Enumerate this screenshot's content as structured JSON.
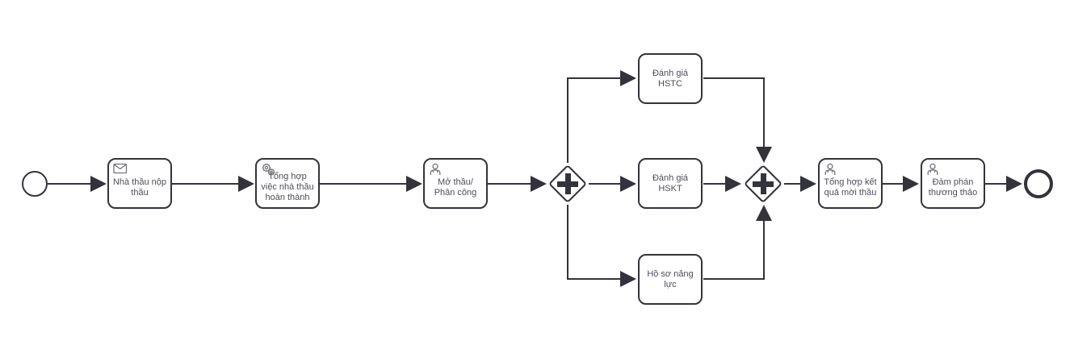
{
  "colors": {
    "bg": "#ffffff",
    "stroke": "#33333c",
    "label": "#4d4d5c",
    "icon": "#73737d"
  },
  "diagram": {
    "type": "bpmn-process-flow",
    "nodes": {
      "start": {
        "type": "start-event",
        "label": ""
      },
      "t1": {
        "type": "receive-task",
        "icon": "message-icon",
        "label": "Nhà thầu nộp thầu"
      },
      "t2": {
        "type": "service-task",
        "icon": "gears-icon",
        "label": "Tổng hợp việc nhà thầu hoàn thành"
      },
      "t3": {
        "type": "user-task",
        "icon": "user-icon",
        "label": "Mở thầu/ Phân công"
      },
      "gw1": {
        "type": "parallel-gateway",
        "symbol": "+"
      },
      "hstc": {
        "type": "task",
        "label": "Đánh giá HSTC"
      },
      "hskt": {
        "type": "task",
        "label": "Đánh giá HSKT"
      },
      "hsnl": {
        "type": "task",
        "label": "Hồ sơ năng lực"
      },
      "gw2": {
        "type": "parallel-gateway",
        "symbol": "+"
      },
      "t4": {
        "type": "user-task",
        "icon": "user-icon",
        "label": "Tổng hợp kết quả mời thầu"
      },
      "t5": {
        "type": "user-task",
        "icon": "user-icon",
        "label": "Đàm phán thương thảo"
      },
      "end": {
        "type": "end-event",
        "label": ""
      }
    },
    "flows": [
      {
        "from": "start",
        "to": "t1"
      },
      {
        "from": "t1",
        "to": "t2"
      },
      {
        "from": "t2",
        "to": "t3"
      },
      {
        "from": "t3",
        "to": "gw1"
      },
      {
        "from": "gw1",
        "to": "hstc"
      },
      {
        "from": "gw1",
        "to": "hskt"
      },
      {
        "from": "gw1",
        "to": "hsnl"
      },
      {
        "from": "hstc",
        "to": "gw2"
      },
      {
        "from": "hskt",
        "to": "gw2"
      },
      {
        "from": "hsnl",
        "to": "gw2"
      },
      {
        "from": "gw2",
        "to": "t4"
      },
      {
        "from": "t4",
        "to": "t5"
      },
      {
        "from": "t5",
        "to": "end"
      }
    ]
  }
}
